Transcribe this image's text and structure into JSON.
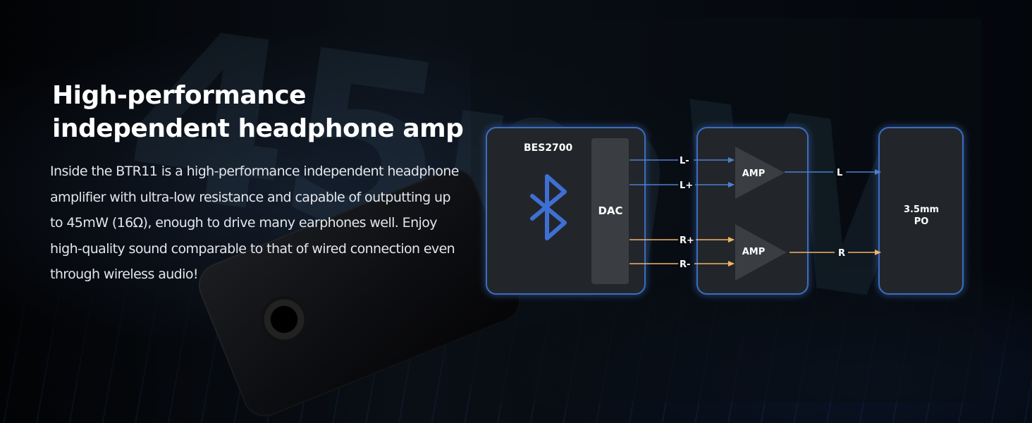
{
  "headline": {
    "line1": "High-performance",
    "line2": "independent headphone amp"
  },
  "description": "Inside the BTR11 is a high-performance independent headphone amplifier with ultra-low resistance and capable of outputting up to 45mW (16Ω), enough to drive many earphones well. Enjoy high-quality sound comparable to that of wired connection even through wireless audio!",
  "watermark": "45mW",
  "diagram": {
    "chip_label": "BES2700",
    "dac_label": "DAC",
    "amp_top_label": "AMP",
    "amp_bottom_label": "AMP",
    "output_label_line1": "3.5mm",
    "output_label_line2": "PO",
    "signals": {
      "l_minus": "L-",
      "l_plus": "L+",
      "r_plus": "R+",
      "r_minus": "R-",
      "l_out": "L",
      "r_out": "R"
    },
    "icons": {
      "chip_icon": "bluetooth-icon"
    },
    "colors": {
      "left_channel": "#4f7fd0",
      "right_channel": "#f2b366",
      "bluetooth": "#3f6fd3",
      "box_border": "#3a6dc0",
      "box_fill": "#23262b"
    }
  }
}
